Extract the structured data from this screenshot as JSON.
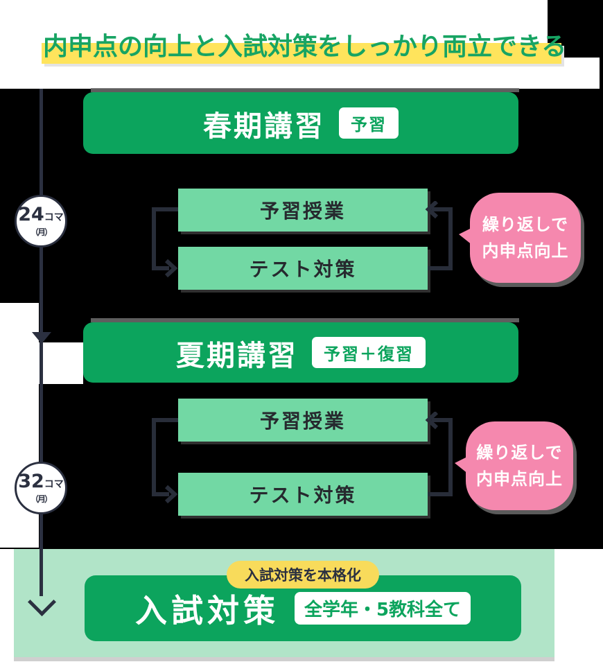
{
  "title": {
    "text": "内申点の向上と入試対策をしっかり両立できる"
  },
  "colors": {
    "banner_green": "#0CA45D",
    "loop_box_green": "#72D8A4",
    "mint_panel": "#B1E4C8",
    "bubble_pink": "#F588AE",
    "title_green": "#17A463",
    "highlight_yellow": "#FFE45C",
    "pill_yellow": "#F8DB5B",
    "navy": "#2B3040"
  },
  "markers": [
    {
      "count": "24",
      "unit": "コマ",
      "suffix": "（月）"
    },
    {
      "count": "32",
      "unit": "コマ",
      "suffix": "（月）"
    }
  ],
  "sections": [
    {
      "banner_title": "春期講習",
      "banner_badge": "予習",
      "box_top": "予習授業",
      "box_bottom": "テスト対策",
      "bubble_line1": "繰り返しで",
      "bubble_line2": "内申点向上"
    },
    {
      "banner_title": "夏期講習",
      "banner_badge": "予習＋復習",
      "box_top": "予習授業",
      "box_bottom": "テスト対策",
      "bubble_line1": "繰り返しで",
      "bubble_line2": "内申点向上"
    }
  ],
  "final": {
    "pill": "入試対策を本格化",
    "banner_title": "入試対策",
    "banner_badge": "全学年・5教科全て"
  }
}
